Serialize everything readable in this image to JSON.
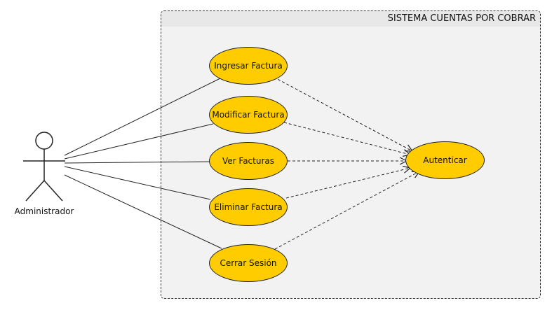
{
  "system": {
    "title": "SISTEMA CUENTAS POR COBRAR"
  },
  "actor": {
    "name": "Administrador"
  },
  "use_cases": [
    {
      "id": "ingresar",
      "label": "Ingresar Factura"
    },
    {
      "id": "modificar",
      "label": "Modificar Factura"
    },
    {
      "id": "ver",
      "label": "Ver Facturas"
    },
    {
      "id": "eliminar",
      "label": "Eliminar Factura"
    },
    {
      "id": "cerrar",
      "label": "Cerrar Sesión"
    },
    {
      "id": "autenticar",
      "label": "Autenticar"
    }
  ],
  "colors": {
    "use_case_fill": "#ffcc00",
    "system_fill": "#f2f2f2",
    "stroke": "#222222"
  }
}
